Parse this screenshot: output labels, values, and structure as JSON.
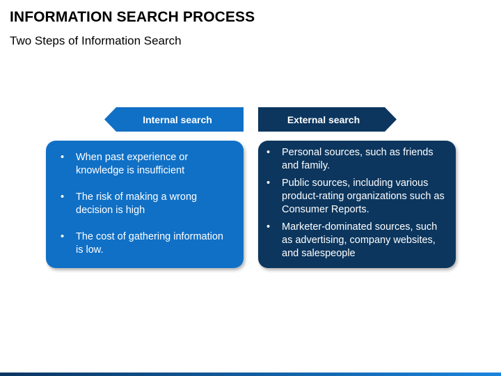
{
  "header": {
    "title": "INFORMATION SEARCH PROCESS",
    "subtitle": "Two Steps of Information Search"
  },
  "internal": {
    "label": "Internal search",
    "items": [
      "When past experience or knowledge is insufficient",
      "The risk of making a wrong decision is high",
      "The cost of gathering information is low."
    ]
  },
  "external": {
    "label": "External search",
    "items": [
      "Personal sources, such as friends and family.",
      "Public sources, including various product-rating organizations such as Consumer Reports.",
      "Marketer-dominated sources, such as advertising, company websites, and salespeople"
    ]
  },
  "colors": {
    "internal": "#1070c6",
    "external": "#0c365e",
    "bar_start": "#0b3561",
    "bar_end": "#1a84dc"
  }
}
